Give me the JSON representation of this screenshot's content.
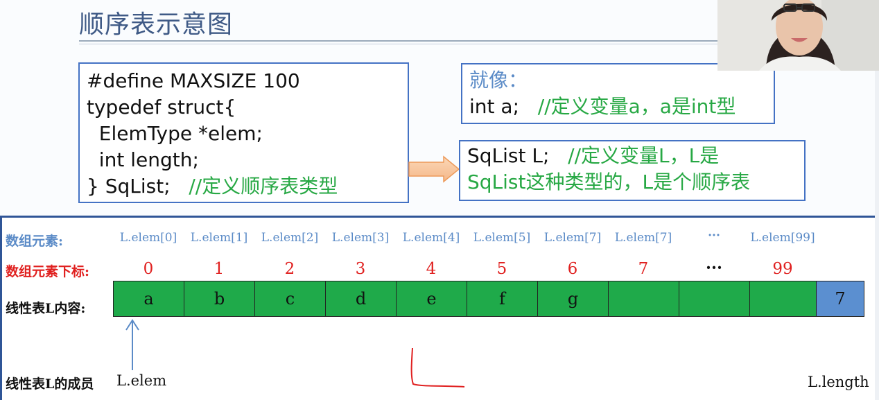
{
  "slide": {
    "title": "顺序表示意图"
  },
  "code_box": {
    "lines": [
      "#define MAXSIZE 100",
      "typedef struct{",
      "  ElemType *elem;",
      "  int length;"
    ],
    "last_code": "} SqList;   ",
    "last_comment": "//定义顺序表类型"
  },
  "like_box": {
    "heading": "就像：",
    "code": "int a;   ",
    "comment": "//定义变量a，a是int型"
  },
  "sqlist_box": {
    "code": "SqList L;   ",
    "comment_line1": "//定义变量L，L是",
    "comment_line2": "SqList这种类型的，L是个顺序表"
  },
  "array_panel": {
    "row_labels": {
      "elements": "数组元素:",
      "indices": "数组元素下标:",
      "contents": "线性表L内容:",
      "members": "线性表L的成员"
    },
    "element_names": [
      "L.elem[0]",
      "L.elem[1]",
      "L.elem[2]",
      "L.elem[3]",
      "L.elem[4]",
      "L.elem[5]",
      "L.elem[7]",
      "L.elem[7]",
      "···",
      "L.elem[99]"
    ],
    "indices": [
      "0",
      "1",
      "2",
      "3",
      "4",
      "5",
      "6",
      "7",
      "···",
      "99"
    ],
    "cells": [
      "a",
      "b",
      "c",
      "d",
      "e",
      "f",
      "g",
      "",
      "",
      ""
    ],
    "length_value": "7",
    "member_elem": "L.elem",
    "member_length": "L.length",
    "colors": {
      "cell_fill": "#1faa4a",
      "length_fill": "#5b8fd0",
      "index_red": "#e0201f",
      "label_blue": "#5b8bc7",
      "comment_green": "#27a844",
      "box_border": "#4472c4"
    }
  },
  "annotations": {
    "pointer_arrow": "up-arrow-icon",
    "transition_arrow": "right-arrow-icon",
    "presenter": "webcam-overlay"
  }
}
